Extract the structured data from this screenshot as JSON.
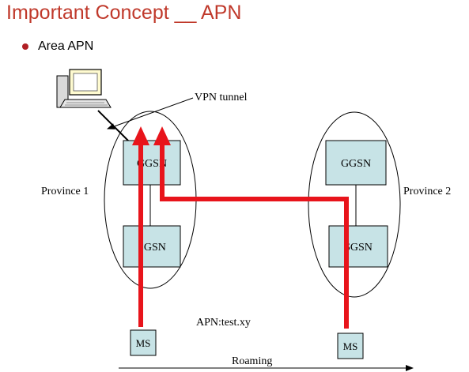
{
  "title": "Important Concept __ APN",
  "bullet": "Area APN",
  "labels": {
    "vpn_tunnel": "VPN tunnel",
    "province1": "Province 1",
    "province2": "Province 2",
    "apn": "APN:test.xy",
    "roaming": "Roaming"
  },
  "province1": {
    "ggsn": "GGSN",
    "sgsn": "SGSN",
    "ms": "MS"
  },
  "province2": {
    "ggsn": "GGSN",
    "sgsn": "SGSN",
    "ms": "MS"
  },
  "colors": {
    "title": "#c0392b",
    "tunnel": "#e8141b",
    "node_fill": "#c7e3e6",
    "bullet": "#b01f24"
  },
  "icons": {
    "computer": "desktop-computer-icon"
  }
}
